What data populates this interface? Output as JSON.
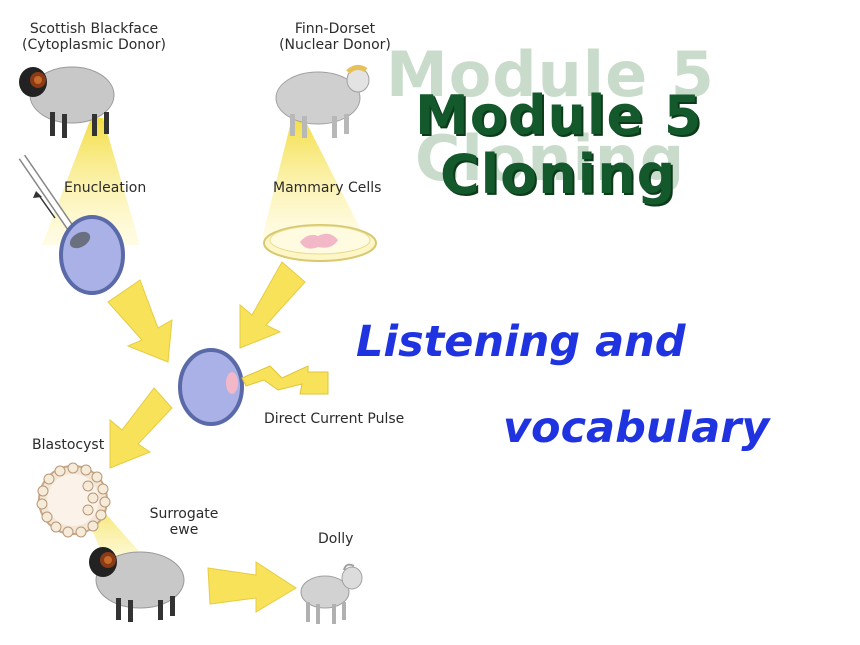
{
  "diagram": {
    "donor_cytoplasmic": {
      "line1": "Scottish Blackface",
      "line2": "(Cytoplasmic Donor)"
    },
    "donor_nuclear": {
      "line1": "Finn-Dorset",
      "line2": "(Nuclear Donor)"
    },
    "step_enucleation": "Enucleation",
    "step_mammary": "Mammary Cells",
    "step_pulse": "Direct Current Pulse",
    "step_blastocyst": "Blastocyst",
    "surrogate": {
      "line1": "Surrogate",
      "line2": "ewe"
    },
    "result": "Dolly"
  },
  "title": {
    "shadow_line1": "Module 5",
    "shadow_line2": "Cloning",
    "line1": "Module 5",
    "line2": "Cloning"
  },
  "subtitle": {
    "line1": "Listening and",
    "line2": "vocabulary"
  },
  "colors": {
    "title_green": "#14592b",
    "title_shadow": "#c9dccc",
    "subtitle_blue": "#1f34e0",
    "arrow_yellow": "#f7e25a",
    "cell_blue": "#a9b1e6"
  }
}
